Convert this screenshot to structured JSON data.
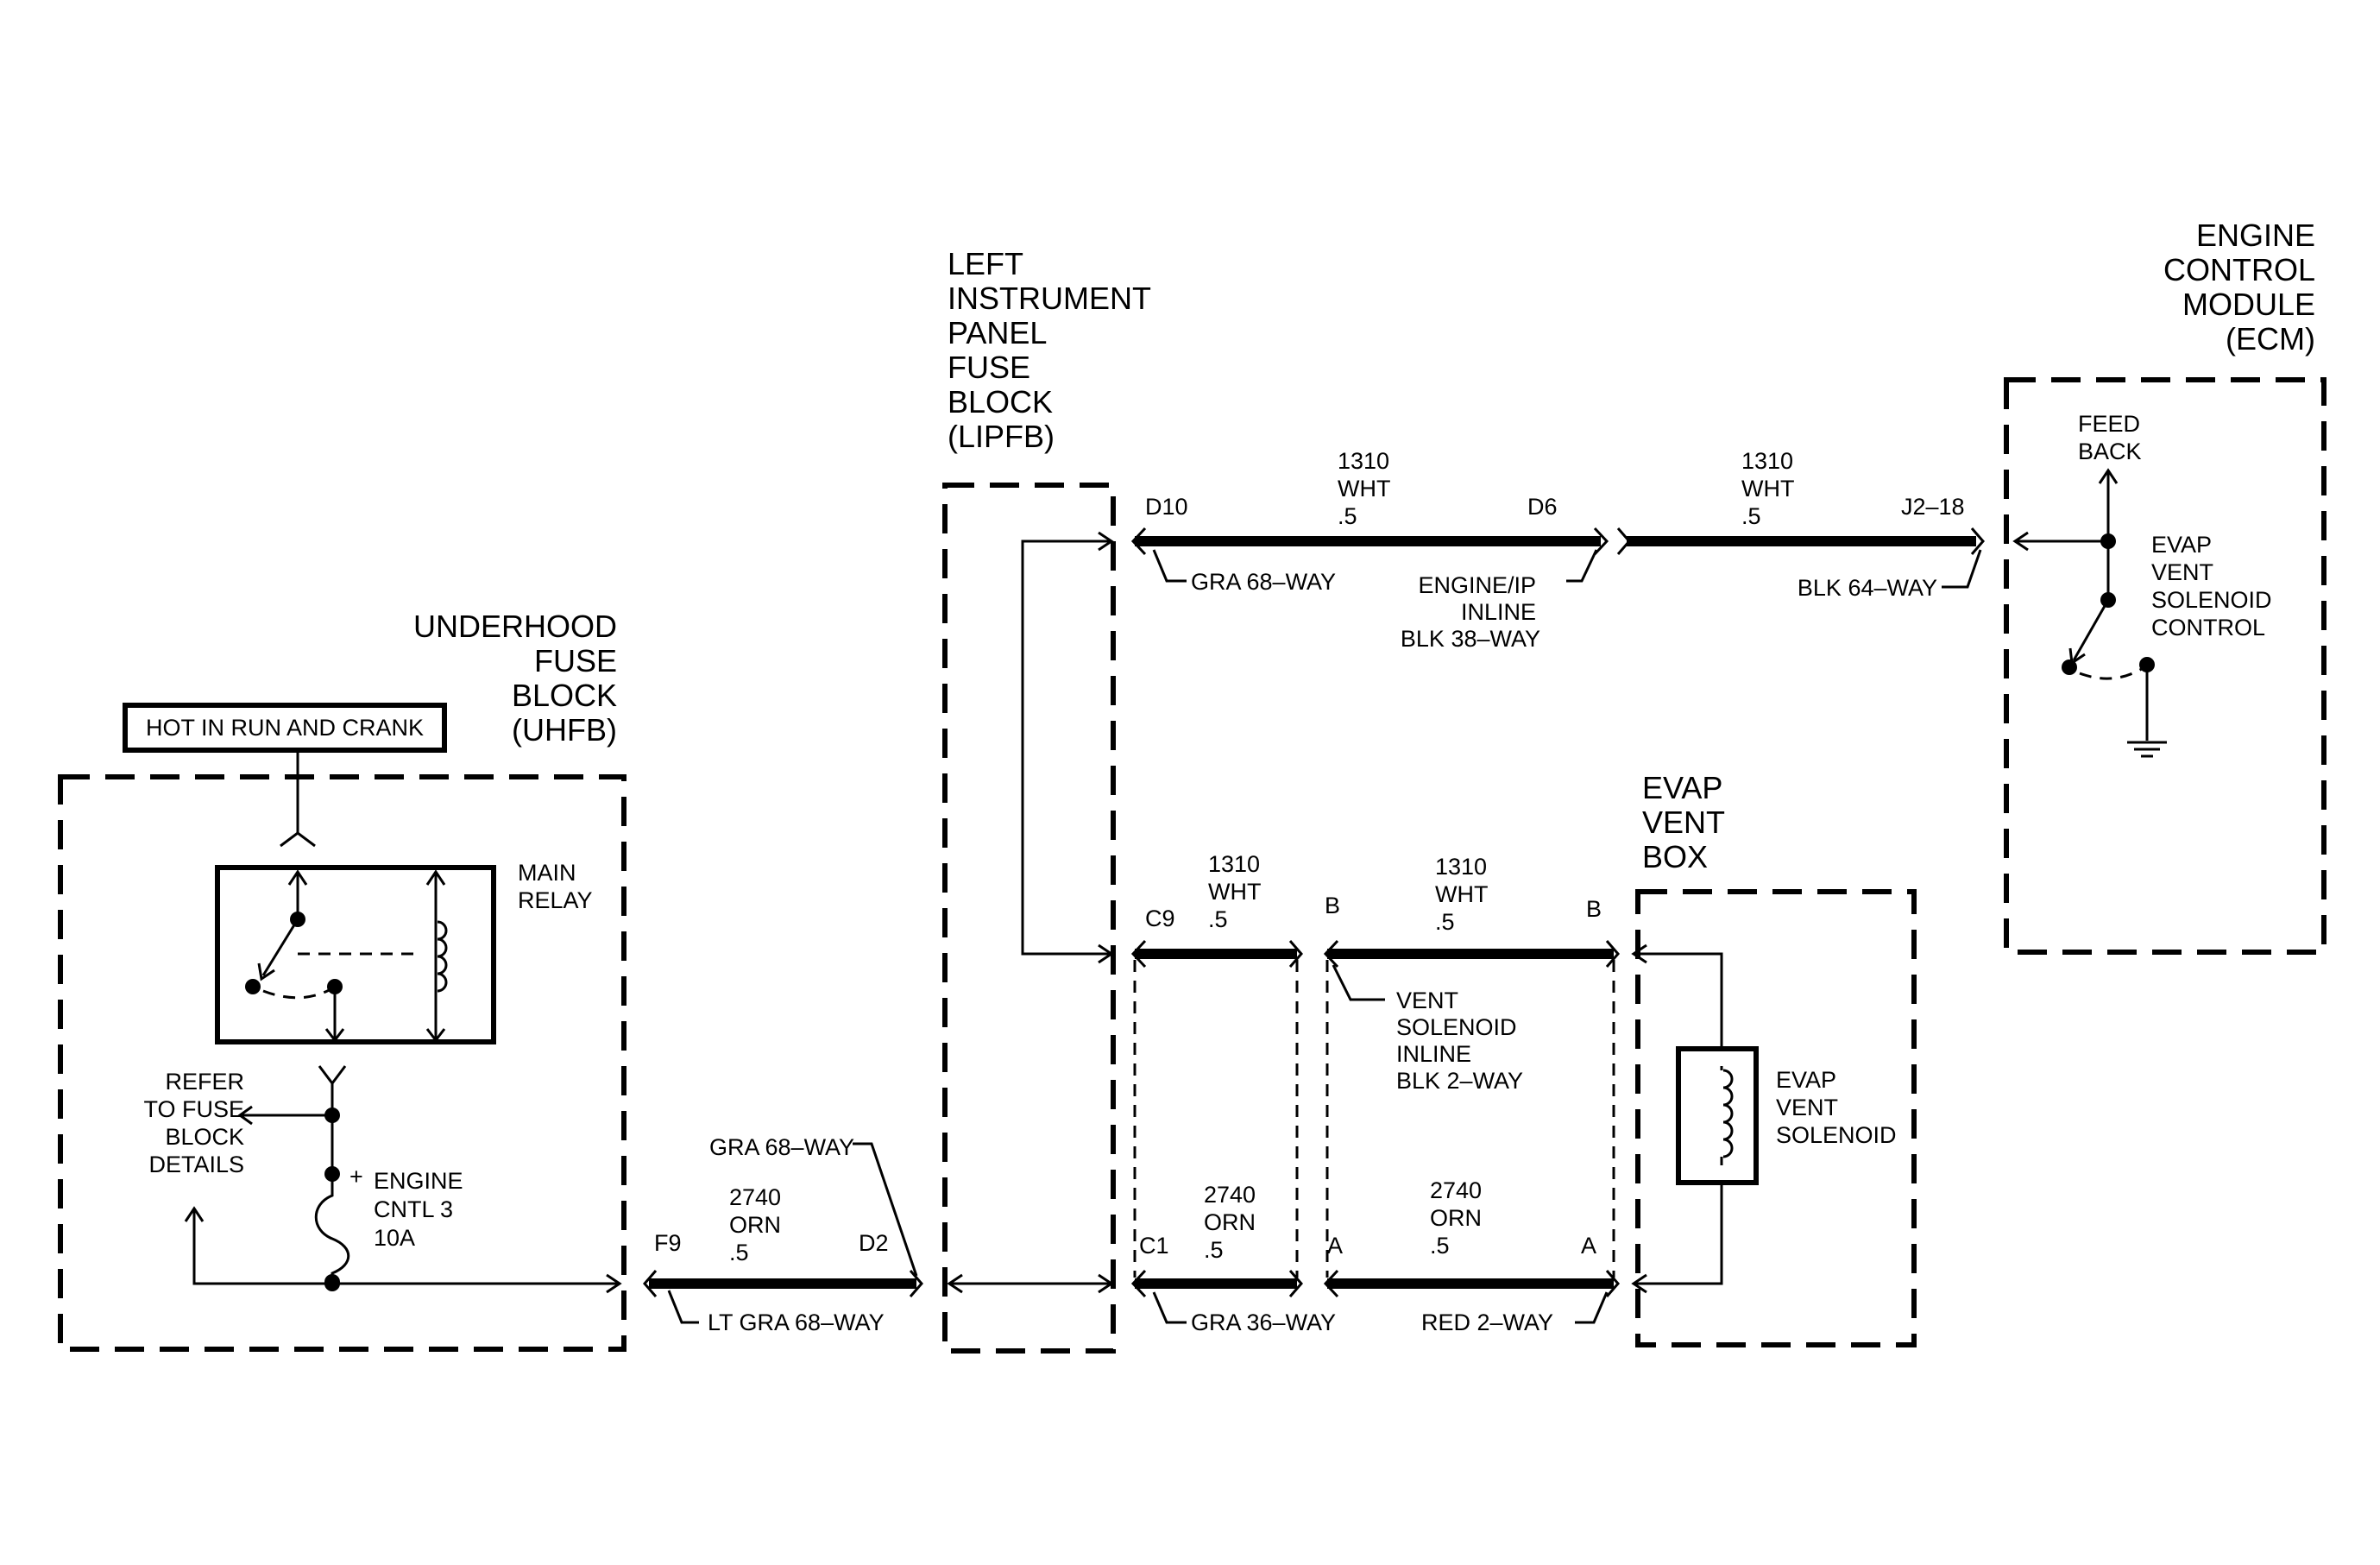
{
  "components": {
    "uhfb": {
      "title": [
        "UNDERHOOD",
        "FUSE",
        "BLOCK",
        "(UHFB)"
      ]
    },
    "lipfb": {
      "title": [
        "LEFT",
        "INSTRUMENT",
        "PANEL",
        "FUSE",
        "BLOCK",
        "(LIPFB)"
      ]
    },
    "ecm": {
      "title": [
        "ENGINE",
        "CONTROL",
        "MODULE",
        "(ECM)"
      ]
    },
    "evap_box": {
      "title": [
        "EVAP",
        "VENT",
        "BOX"
      ]
    }
  },
  "power_label": "HOT IN RUN AND CRANK",
  "main_relay": [
    "MAIN",
    "RELAY"
  ],
  "refer_note": [
    "REFER",
    "TO FUSE",
    "BLOCK",
    "DETAILS"
  ],
  "fuse": {
    "polarity": "+",
    "label": [
      "ENGINE",
      "CNTL 3",
      "10A"
    ]
  },
  "ecm_internal": {
    "feedback": [
      "FEED",
      "BACK"
    ],
    "control": [
      "EVAP",
      "VENT",
      "SOLENOID",
      "CONTROL"
    ]
  },
  "solenoid_label": [
    "EVAP",
    "VENT",
    "SOLENOID"
  ],
  "pins": {
    "f9": "F9",
    "d2": "D2",
    "d10": "D10",
    "d6": "D6",
    "j2_18": "J2–18",
    "c9": "C9",
    "b_left": "B",
    "b_right": "B",
    "c1": "C1",
    "a_left": "A",
    "a_right": "A"
  },
  "wires": {
    "top_left": [
      "1310",
      "WHT",
      ".5"
    ],
    "top_right": [
      "1310",
      "WHT",
      ".5"
    ],
    "mid_left": [
      "1310",
      "WHT",
      ".5"
    ],
    "mid_right": [
      "1310",
      "WHT",
      ".5"
    ],
    "bot_uhfb": [
      "2740",
      "ORN",
      ".5"
    ],
    "bot_left": [
      "2740",
      "ORN",
      ".5"
    ],
    "bot_right": [
      "2740",
      "ORN",
      ".5"
    ]
  },
  "connectors": {
    "gra68_top": "GRA 68–WAY",
    "engine_ip_inline": [
      "ENGINE/IP",
      "INLINE",
      "BLK 38–WAY"
    ],
    "blk64": "BLK 64–WAY",
    "vent_inline": [
      "VENT",
      "SOLENOID",
      "INLINE",
      "BLK 2–WAY"
    ],
    "gra68_bottom": "GRA 68–WAY",
    "lt_gra68": "LT GRA 68–WAY",
    "gra36": "GRA 36–WAY",
    "red2": "RED 2–WAY"
  }
}
